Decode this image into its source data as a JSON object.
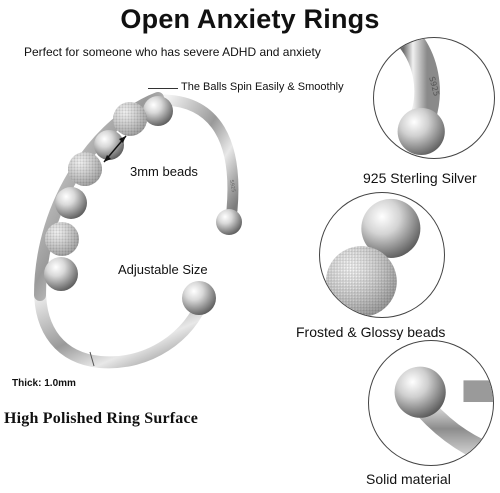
{
  "title": "Open Anxiety Rings",
  "subtitle": "Perfect for someone who has severe ADHD and anxiety",
  "callouts": {
    "balls": "The Balls Spin Easily & Smoothly",
    "beads": "3mm beads",
    "adjustable": "Adjustable Size",
    "thickness": "Thick: 1.0mm",
    "polished": "High Polished Ring Surface"
  },
  "features": [
    {
      "caption": "925 Sterling Silver",
      "icon": "stamp-925-closeup",
      "stamp": "S925"
    },
    {
      "caption": "Frosted & Glossy beads",
      "icon": "beads-closeup"
    },
    {
      "caption": "Solid material",
      "icon": "ring-end-closeup"
    }
  ]
}
